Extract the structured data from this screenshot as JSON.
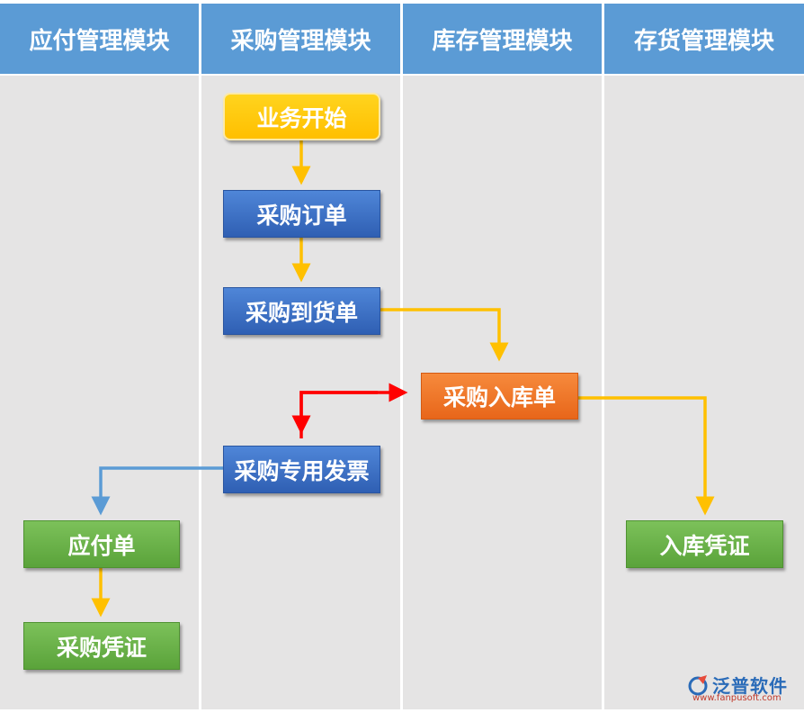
{
  "columns": [
    {
      "label": "应付管理模块"
    },
    {
      "label": "采购管理模块"
    },
    {
      "label": "库存管理模块"
    },
    {
      "label": "存货管理模块"
    }
  ],
  "nodes": {
    "start": "业务开始",
    "purchase_order": "采购订单",
    "arrival_note": "采购到货单",
    "warehouse_receipt": "采购入库单",
    "purchase_invoice": "采购专用发票",
    "payable": "应付单",
    "purchase_voucher": "采购凭证",
    "receipt_voucher": "入库凭证"
  },
  "logo": {
    "name": "泛普软件",
    "url": "www.fanpusoft.com"
  },
  "colors": {
    "header": "#5b9bd5",
    "lane": "#e5e4e4",
    "start": "#ffc000",
    "blue_node": "#3f72c6",
    "orange_node": "#ee7527",
    "green_node": "#6bb24a",
    "arrow_yellow": "#ffc000",
    "arrow_red": "#ff0000",
    "arrow_blue": "#5b9bd5"
  }
}
